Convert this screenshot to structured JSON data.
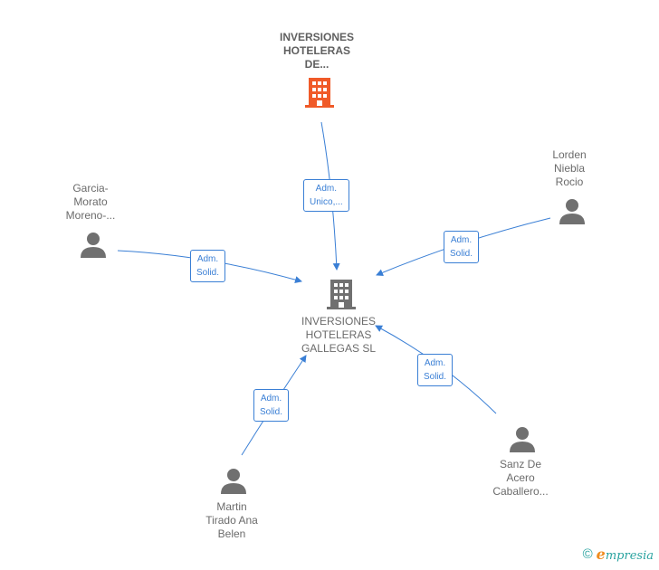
{
  "nodes": {
    "center": {
      "label": "INVERSIONES\nHOTELERAS\nGALLEGAS  SL",
      "icon": "building-icon",
      "color": "#707070"
    },
    "top": {
      "label": "INVERSIONES\nHOTELERAS\nDE...",
      "icon": "building-icon",
      "color": "#f05a28"
    },
    "left": {
      "label": "Garcia-\nMorato\nMoreno-...",
      "icon": "person-icon"
    },
    "right": {
      "label": "Lorden\nNiebla\nRocio",
      "icon": "person-icon"
    },
    "bottom_left": {
      "label": "Martin\nTirado Ana\nBelen",
      "icon": "person-icon"
    },
    "bottom_right": {
      "label": "Sanz De\nAcero\nCaballero...",
      "icon": "person-icon"
    }
  },
  "edges": {
    "top": "Adm.\nUnico,...",
    "left": "Adm.\nSolid.",
    "right": "Adm.\nSolid.",
    "bottom_left": "Adm.\nSolid.",
    "bottom_right": "Adm.\nSolid."
  },
  "colors": {
    "edge": "#3a7fd5",
    "person": "#707070"
  },
  "footer": {
    "copyright": "©",
    "brand_e": "e",
    "brand_rest": "mpresia"
  }
}
